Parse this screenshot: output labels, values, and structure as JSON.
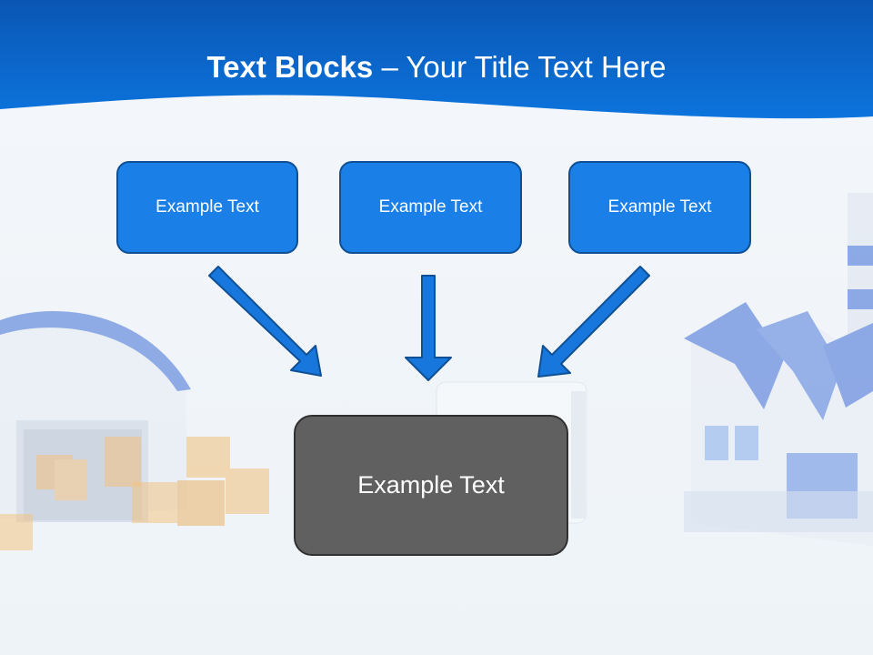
{
  "slide": {
    "title_bold": "Text Blocks",
    "title_dash": "–",
    "title_rest": "Your Title Text Here"
  },
  "blocks": [
    {
      "label": "Example Text"
    },
    {
      "label": "Example Text"
    },
    {
      "label": "Example Text"
    }
  ],
  "target": {
    "label": "Example Text"
  },
  "colors": {
    "header_blue": "#0a62c8",
    "block_blue": "#1a7fe6",
    "arrow_blue": "#1877dc",
    "target_gray": "#606060"
  },
  "decorations": [
    "warehouse-illustration",
    "cardboard-boxes",
    "factory-illustration",
    "truck-illustration"
  ]
}
